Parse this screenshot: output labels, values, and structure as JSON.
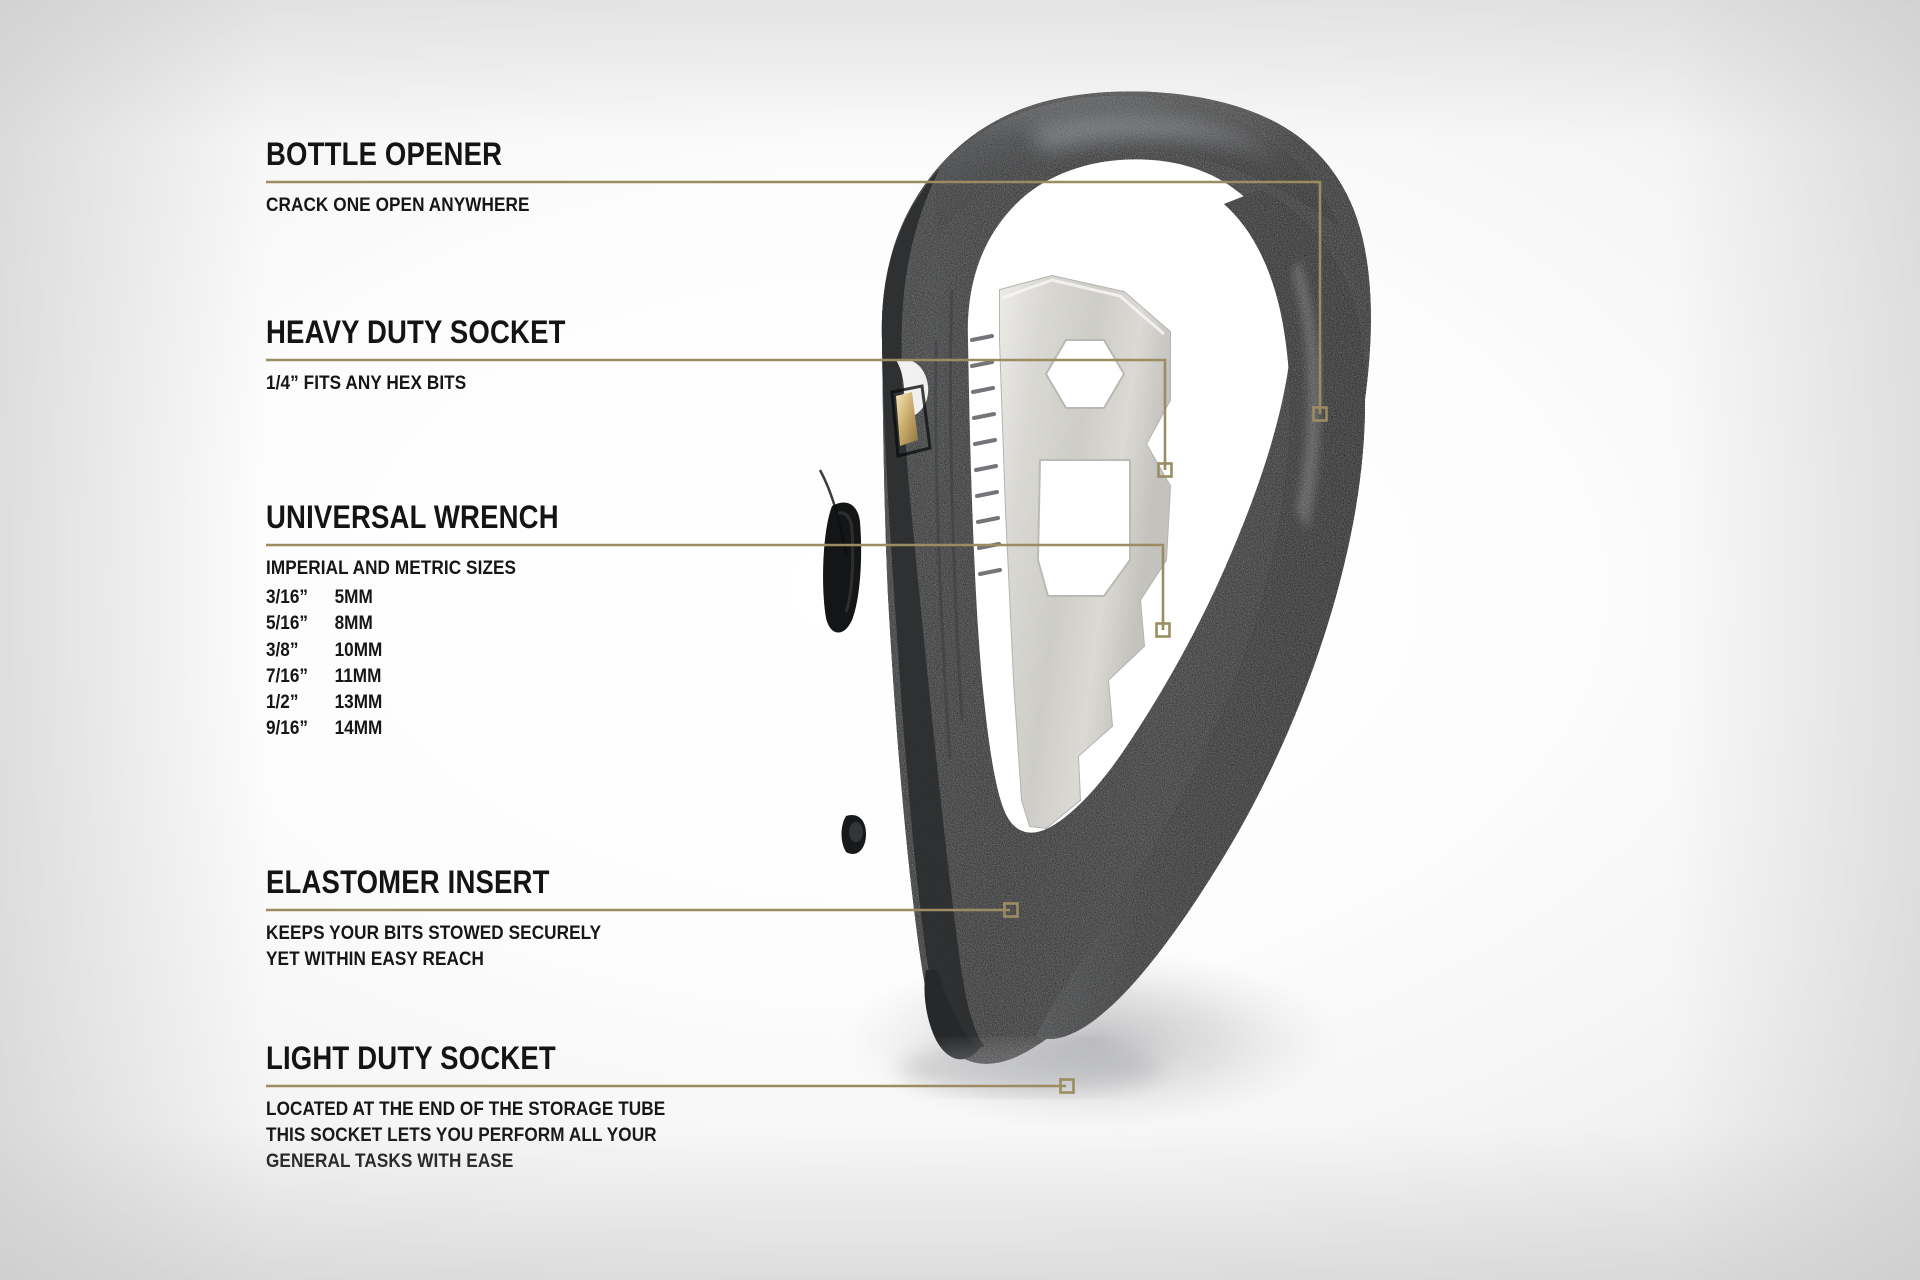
{
  "theme": {
    "accent_gold": "#9c8c62",
    "text_black": "#141414",
    "background": "#f2f2f2",
    "body_black": "#1b1b1b",
    "metal_silver": "#d8d8d4"
  },
  "callouts": [
    {
      "id": "bottle-opener",
      "title": "BOTTLE OPENER",
      "lines": [
        "CRACK ONE OPEN ANYWHERE"
      ]
    },
    {
      "id": "heavy-duty-socket",
      "title": "HEAVY DUTY SOCKET",
      "lines": [
        "1/4” FITS ANY HEX BITS"
      ]
    },
    {
      "id": "universal-wrench",
      "title": "UNIVERSAL WRENCH",
      "lines": [
        "IMPERIAL AND METRIC SIZES"
      ],
      "sizes": [
        {
          "imperial": "3/16”",
          "metric": "5MM"
        },
        {
          "imperial": "5/16”",
          "metric": "8MM"
        },
        {
          "imperial": "3/8”",
          "metric": "10MM"
        },
        {
          "imperial": "7/16”",
          "metric": "11MM"
        },
        {
          "imperial": "1/2”",
          "metric": "13MM"
        },
        {
          "imperial": "9/16”",
          "metric": "14MM"
        }
      ]
    },
    {
      "id": "elastomer-insert",
      "title": "ELASTOMER INSERT",
      "lines": [
        "KEEPS YOUR BITS STOWED SECURELY",
        "YET WITHIN EASY REACH"
      ]
    },
    {
      "id": "light-duty-socket",
      "title": "LIGHT DUTY SOCKET",
      "lines": [
        "LOCATED AT THE END OF THE STORAGE TUBE",
        "THIS SOCKET LETS YOU PERFORM ALL YOUR",
        "GENERAL TASKS WITH EASE"
      ]
    }
  ],
  "product": {
    "name": "carabiner-multi-tool",
    "description": "Black textured carabiner multi-tool with stainless steel universal wrench insert"
  }
}
